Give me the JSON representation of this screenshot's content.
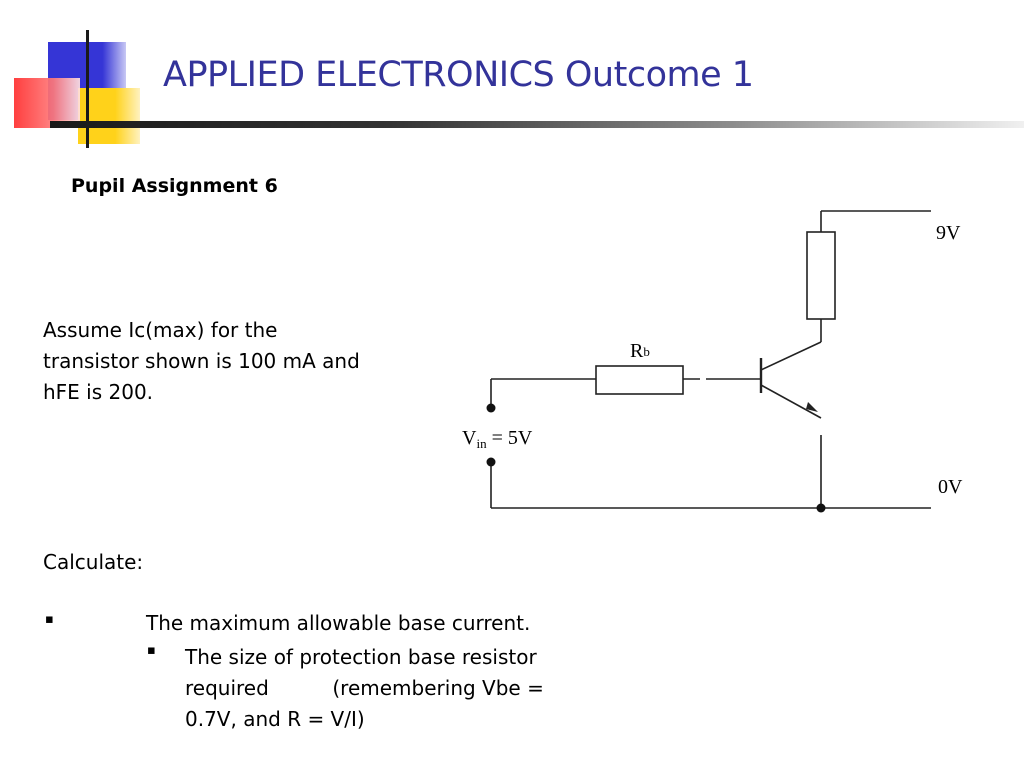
{
  "slide": {
    "title": "APPLIED ELECTRONICS Outcome 1",
    "subtitle": "Pupil Assignment 6"
  },
  "intro": {
    "lines": [
      "Assume Ic(max) for the",
      "transistor shown is 100 mA and",
      "hFE is 200."
    ]
  },
  "tasks": {
    "heading": "Calculate:",
    "bullet_symbol": "▪",
    "item1": "The maximum allowable base current.",
    "item2_lines": [
      "The size of protection base resistor",
      "required          (remembering Vbe =",
      "0.7V, and R = V/I)"
    ]
  },
  "circuit": {
    "supply_label": "9V",
    "ground_label": "0V",
    "resistor_label_main": "R",
    "resistor_label_sub": "b",
    "input_label_main": "V",
    "input_label_sub": "in",
    "input_label_value": " = 5V"
  },
  "colors": {
    "title": "#33339a",
    "deco_blue": "#3a3ad4",
    "deco_yellow": "#ffd21a",
    "deco_red": "#ff3b3b"
  }
}
